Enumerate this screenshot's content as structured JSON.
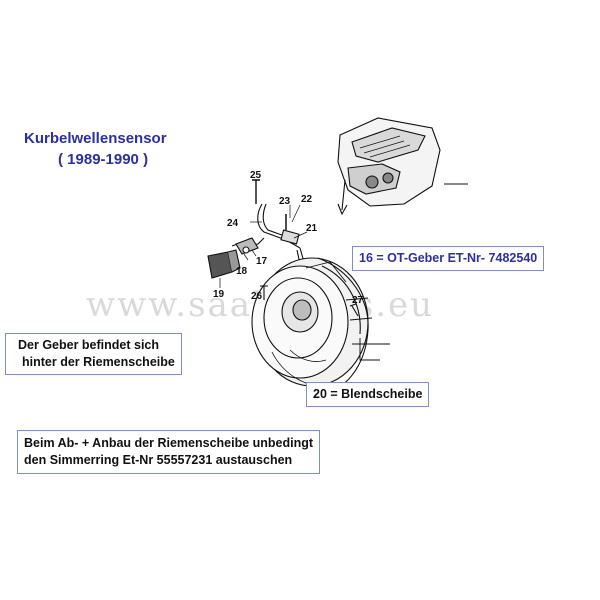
{
  "title": {
    "line1": "Kurbelwellensensor",
    "line2": "( 1989-1990 )"
  },
  "notes": {
    "sensor": "16 = OT-Geber  ET-Nr- 7482540",
    "location_line1": "Der Geber befindet sich",
    "location_line2": "hinter der Riemenscheibe",
    "blendscheibe": "20 = Blendscheibe",
    "warning_line1": "Beim Ab- + Anbau der Riemenscheibe unbedingt",
    "warning_line2": "den Simmerring Et-Nr 55557231 austauschen"
  },
  "watermark": "www.saabparts.eu",
  "callouts": {
    "c25": "25",
    "c23": "23",
    "c22": "22",
    "c24": "24",
    "c21": "21",
    "c17": "17",
    "c18": "18",
    "c19": "19",
    "c26": "26",
    "c27": "27"
  },
  "colors": {
    "title": "#2b2fa0",
    "box_border": "#7e8fc4",
    "text": "#111111"
  }
}
